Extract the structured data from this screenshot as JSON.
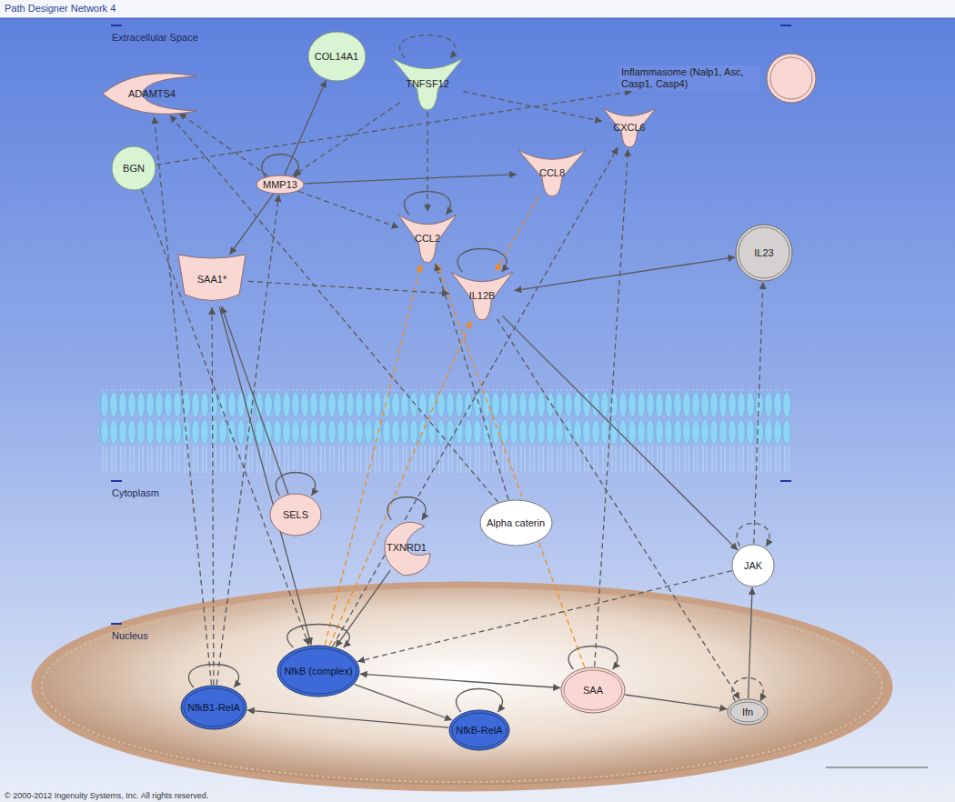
{
  "diagram": {
    "title": "Path Designer Network 4",
    "nodes": [
      {
        "text": [
          "COL14A1"
        ]
      },
      {
        "text": [
          "TNFSF12"
        ]
      },
      {
        "text": [
          "ADAMTS4"
        ]
      },
      {
        "text": [
          "Inflammasome (Nalp1, Asc, Casp1, Casp4)"
        ]
      },
      {
        "text": [
          "BGN"
        ]
      },
      {
        "text": [
          "MMP13"
        ]
      },
      {
        "text": [
          "CXCL6"
        ]
      },
      {
        "text": [
          "CCL8"
        ]
      },
      {
        "text": [
          "CCL2"
        ]
      },
      {
        "text": [
          "SAA1*"
        ]
      },
      {
        "text": [
          "IL12B"
        ]
      },
      {
        "text": [
          "IL23"
        ]
      },
      {
        "text": [
          "SELS"
        ]
      },
      {
        "text": [
          "TXNRD1"
        ]
      },
      {
        "text": [
          "Alpha caterin"
        ]
      },
      {
        "text": [
          "JAK"
        ]
      },
      {
        "text": [
          "NfkB (complex)"
        ]
      },
      {
        "text": [
          "SAA"
        ]
      },
      {
        "text": [
          "NfkB1-RelA"
        ]
      },
      {
        "text": [
          "NfkB-RelA"
        ]
      },
      {
        "text": [
          "Ifn"
        ]
      }
    ],
    "edges": [
      {
        "from": 5,
        "to": 0,
        "arrow": "to"
      },
      {
        "from": 5,
        "to": 7,
        "arrow": "to"
      },
      {
        "from": 5,
        "to": 9,
        "arrow": "to"
      },
      {
        "from": 5,
        "to": 8,
        "arrow": "to"
      },
      {
        "from": 5,
        "to": 2,
        "arrow": "to"
      },
      {
        "from": 1,
        "to": 5,
        "arrow": "to"
      },
      {
        "from": 1,
        "to": 8,
        "arrow": "to"
      },
      {
        "from": 1,
        "to": 6,
        "arrow": "to"
      },
      {
        "from": 4,
        "to": 3,
        "arrow": "to"
      },
      {
        "from": 4,
        "to": 16,
        "arrow": "to"
      },
      {
        "from": 18,
        "to": 2,
        "arrow": "to"
      },
      {
        "from": 18,
        "to": 9,
        "arrow": "to"
      },
      {
        "from": 16,
        "to": 8,
        "arrow": "to"
      },
      {
        "from": 16,
        "to": 10,
        "arrow": "to"
      },
      {
        "from": 7,
        "to": 10,
        "arrow": "to"
      },
      {
        "from": 17,
        "to": 8,
        "arrow": "to"
      },
      {
        "from": 9,
        "to": 10,
        "arrow": "to"
      },
      {
        "from": 9,
        "to": 16,
        "arrow": "to"
      },
      {
        "from": 12,
        "to": 9,
        "arrow": "to"
      },
      {
        "from": 10,
        "to": 11,
        "arrow": "both"
      },
      {
        "from": 10,
        "to": 15,
        "arrow": "to"
      },
      {
        "from": 10,
        "to": 20,
        "arrow": "to"
      },
      {
        "from": 15,
        "to": 11,
        "arrow": "to"
      },
      {
        "from": 20,
        "to": 15,
        "arrow": "to"
      },
      {
        "from": 16,
        "to": 17,
        "arrow": "both"
      },
      {
        "from": 16,
        "to": 19,
        "arrow": "to"
      },
      {
        "from": 19,
        "to": 18,
        "arrow": "to"
      },
      {
        "from": 17,
        "to": 20,
        "arrow": "to"
      },
      {
        "from": 17,
        "to": 6,
        "arrow": "to"
      },
      {
        "from": 14,
        "to": 2,
        "arrow": "to"
      },
      {
        "from": 14,
        "to": 8,
        "arrow": "to"
      },
      {
        "from": 13,
        "to": 16,
        "arrow": "to"
      },
      {
        "from": 15,
        "to": 16,
        "arrow": "to"
      },
      {
        "from": 16,
        "to": 6,
        "arrow": "to"
      },
      {
        "from": 18,
        "to": 5,
        "arrow": "to"
      },
      {
        "from": 1,
        "to": 1,
        "arrow": "to"
      },
      {
        "from": 5,
        "to": 5,
        "arrow": "to"
      },
      {
        "from": 8,
        "to": 8,
        "arrow": "to"
      },
      {
        "from": 10,
        "to": 10,
        "arrow": "to"
      },
      {
        "from": 12,
        "to": 12,
        "arrow": "to"
      },
      {
        "from": 13,
        "to": 13,
        "arrow": "to"
      },
      {
        "from": 15,
        "to": 15,
        "arrow": "to"
      },
      {
        "from": 16,
        "to": 16,
        "arrow": "to"
      },
      {
        "from": 18,
        "to": 18,
        "arrow": "to"
      },
      {
        "from": 19,
        "to": 19,
        "arrow": "to"
      },
      {
        "from": 17,
        "to": 17,
        "arrow": "to"
      },
      {
        "from": 20,
        "to": 20,
        "arrow": "to"
      }
    ],
    "labels": [
      "Extracellular Space",
      "Cytoplasm",
      "Nucleus",
      "© 2000-2012 Ingenuity Systems, Inc. All rights reserved."
    ]
  }
}
